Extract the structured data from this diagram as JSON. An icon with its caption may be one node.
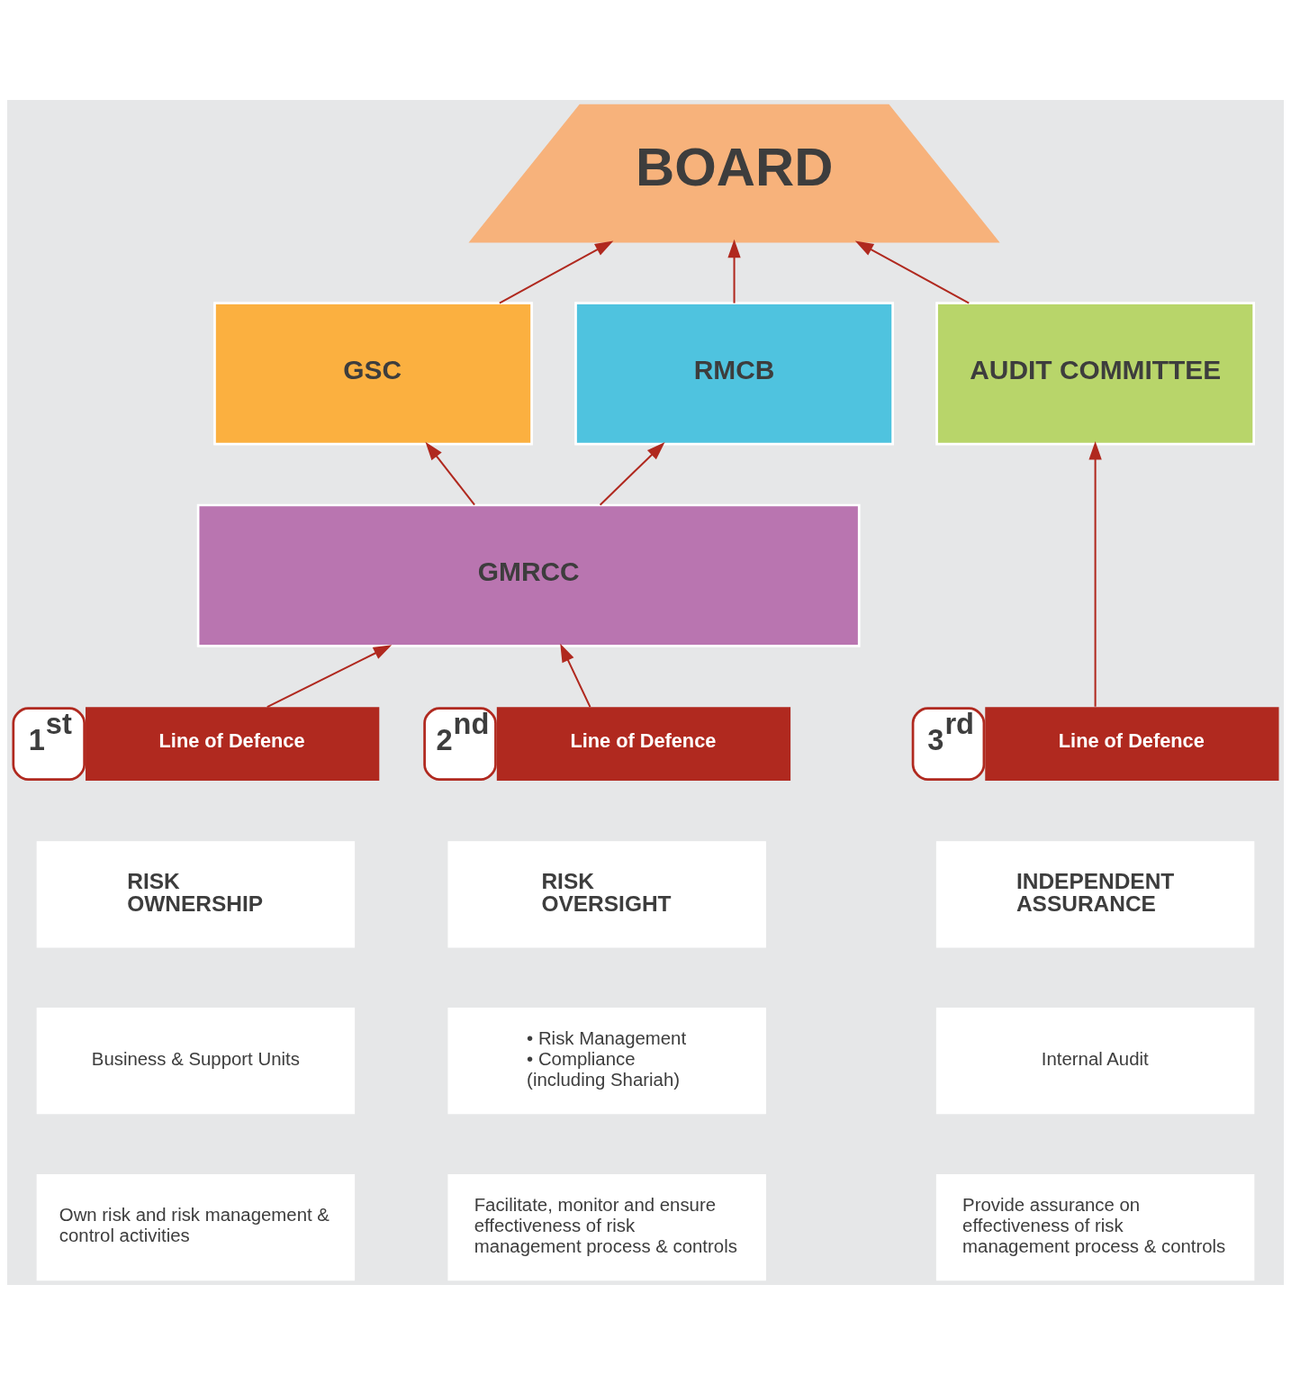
{
  "diagram": {
    "nodes": [
      {
        "text": [
          "BOARD"
        ]
      },
      {
        "text": [
          "GSC"
        ]
      },
      {
        "text": [
          "RMCB"
        ]
      },
      {
        "text": [
          "AUDIT COMMITTEE"
        ]
      },
      {
        "text": [
          "GMRCC"
        ]
      },
      {
        "text": [
          "1$^{st}$",
          "Line of Defence"
        ]
      },
      {
        "text": [
          "RISK OWNERSHIP"
        ]
      },
      {
        "text": [
          "Business & Support Units"
        ]
      },
      {
        "text": [
          "Own risk and risk management & control activities"
        ]
      },
      {
        "text": [
          "2$^{nd}$",
          "Line of Defence"
        ]
      },
      {
        "text": [
          "RISK OVERSIGHT"
        ]
      },
      {
        "text": [
          "• Risk Management",
          "• Compliance (including Shariah)"
        ]
      },
      {
        "text": [
          "Facilitate, monitor and ensure effectiveness of risk management process & controls"
        ]
      },
      {
        "text": [
          "3$^{rd}$",
          "Line of Defence"
        ]
      },
      {
        "text": [
          "INDEPENDENT ASSURANCE"
        ]
      },
      {
        "text": [
          "Internal Audit"
        ]
      },
      {
        "text": [
          "Provide assurance on effectiveness of risk management process & controls"
        ]
      }
    ],
    "edges": [
      {
        "from": 1,
        "to": 0,
        "arrow": "to"
      },
      {
        "from": 2,
        "to": 0,
        "arrow": "to"
      },
      {
        "from": 3,
        "to": 0,
        "arrow": "to"
      },
      {
        "from": 4,
        "to": 1,
        "arrow": "to"
      },
      {
        "from": 4,
        "to": 2,
        "arrow": "to"
      },
      {
        "from": 5,
        "to": 4,
        "arrow": "to"
      },
      {
        "from": 9,
        "to": 4,
        "arrow": "to"
      },
      {
        "from": 13,
        "to": 3,
        "arrow": "to"
      }
    ]
  }
}
